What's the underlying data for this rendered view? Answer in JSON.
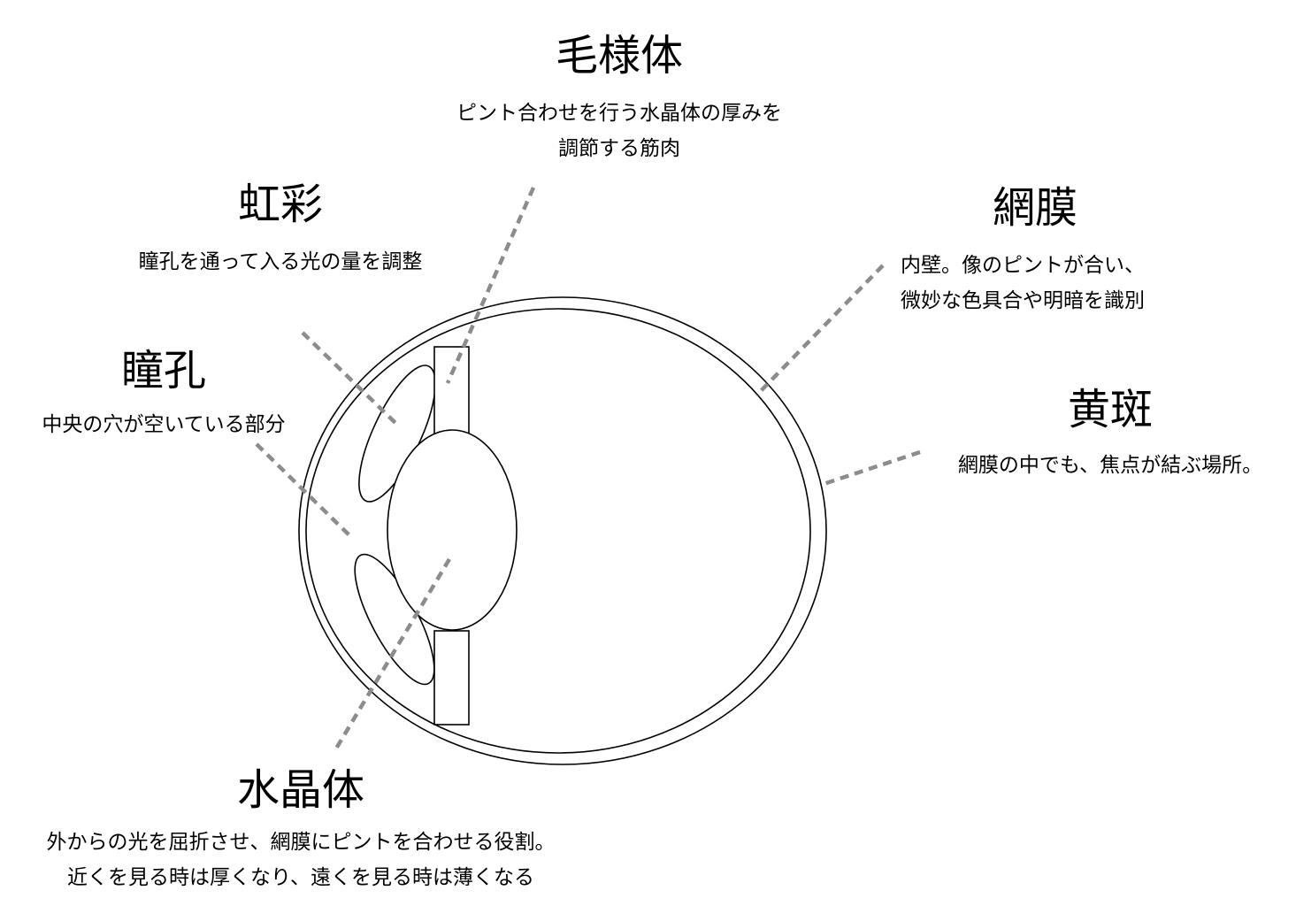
{
  "labels": {
    "ciliary": {
      "title": "毛様体",
      "desc_line1": "ピント合わせを行う水晶体の厚みを",
      "desc_line2": "調節する筋肉"
    },
    "iris": {
      "title": "虹彩",
      "desc_line1": "瞳孔を通って入る光の量を調整"
    },
    "retina": {
      "title": "網膜",
      "desc_line1": "内壁。像のピントが合い、",
      "desc_line2": "微妙な色具合や明暗を識別"
    },
    "pupil": {
      "title": "瞳孔",
      "desc_line1": "中央の穴が空いている部分"
    },
    "macula": {
      "title": "黄斑",
      "desc_line1": "網膜の中でも、焦点が結ぶ場所。"
    },
    "lens": {
      "title": "水晶体",
      "desc_line1": "外からの光を屈折させ、網膜にピントを合わせる役割。",
      "desc_line2": "近くを見る時は厚くなり、遠くを見る時は薄くなる"
    }
  },
  "colors": {
    "outline": "#000000",
    "leader_line": "#8c8c8c",
    "background": "#ffffff"
  }
}
